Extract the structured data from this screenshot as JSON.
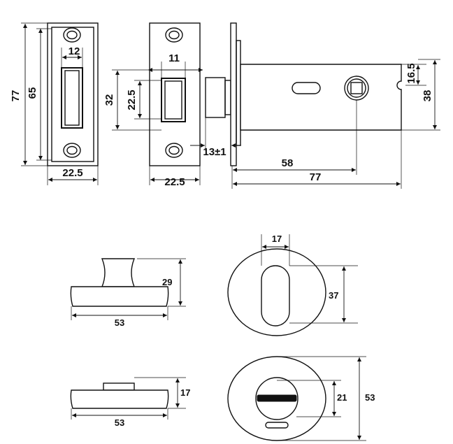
{
  "dimensions": {
    "strike_plate": {
      "height_total": "77",
      "height_slot": "65",
      "slot_width": "12",
      "width": "22.5"
    },
    "forend": {
      "slot_width": "11",
      "height_outer": "32",
      "height_inner": "22.5",
      "width": "22.5"
    },
    "latch_body": {
      "projection": "13±1",
      "backset_to_spindle": "58",
      "length": "77",
      "spindle_height": "16.5",
      "case_height": "38"
    },
    "thumbturn_side": {
      "height": "29",
      "width": "53"
    },
    "thumbturn_front": {
      "slot_width": "17",
      "slot_height": "37"
    },
    "release_side": {
      "height": "17",
      "width": "53"
    },
    "release_front": {
      "slot_height": "21",
      "diameter": "53"
    }
  }
}
